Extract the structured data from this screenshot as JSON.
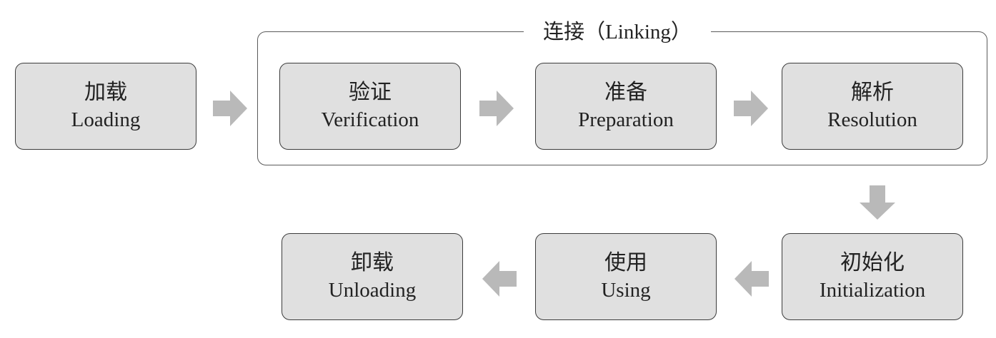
{
  "linking_group": {
    "title": "连接（Linking）"
  },
  "stages": {
    "loading": {
      "zh": "加载",
      "en": "Loading"
    },
    "verification": {
      "zh": "验证",
      "en": "Verification"
    },
    "preparation": {
      "zh": "准备",
      "en": "Preparation"
    },
    "resolution": {
      "zh": "解析",
      "en": "Resolution"
    },
    "initialization": {
      "zh": "初始化",
      "en": "Initialization"
    },
    "using": {
      "zh": "使用",
      "en": "Using"
    },
    "unloading": {
      "zh": "卸载",
      "en": "Unloading"
    }
  },
  "colors": {
    "box_fill": "#e0e0e0",
    "box_border": "#3c3c3c",
    "arrow": "#b9b9b9",
    "frame": "#5a5a5a"
  }
}
